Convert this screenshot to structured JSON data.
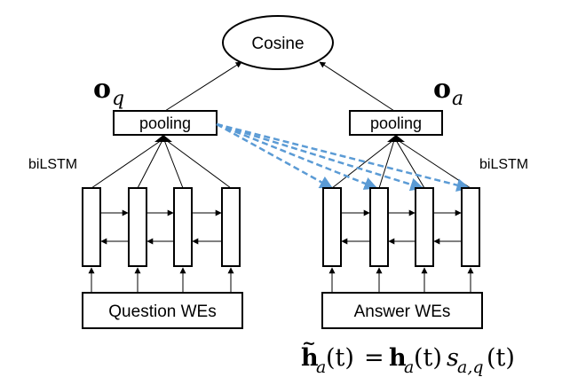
{
  "nodes": {
    "cosine": "Cosine",
    "pooling_q": "pooling",
    "pooling_a": "pooling",
    "bilstm_q": "biLSTM",
    "bilstm_a": "biLSTM",
    "question_wes": "Question WEs",
    "answer_wes": "Answer WEs"
  },
  "math": {
    "o_q_base": "o",
    "o_q_sub": "q",
    "o_a_base": "o",
    "o_a_sub": "a",
    "formula": {
      "h1_base": "h",
      "h1_sub": "a",
      "h1_arg": "(t)",
      "equals": "=",
      "h2_base": "h",
      "h2_sub": "a",
      "h2_arg": "(t)",
      "s_base": "s",
      "s_sub": "a,q",
      "s_arg": "(t)"
    }
  },
  "colors": {
    "attention_lines": "#5b9bd5",
    "stroke": "#000000"
  }
}
